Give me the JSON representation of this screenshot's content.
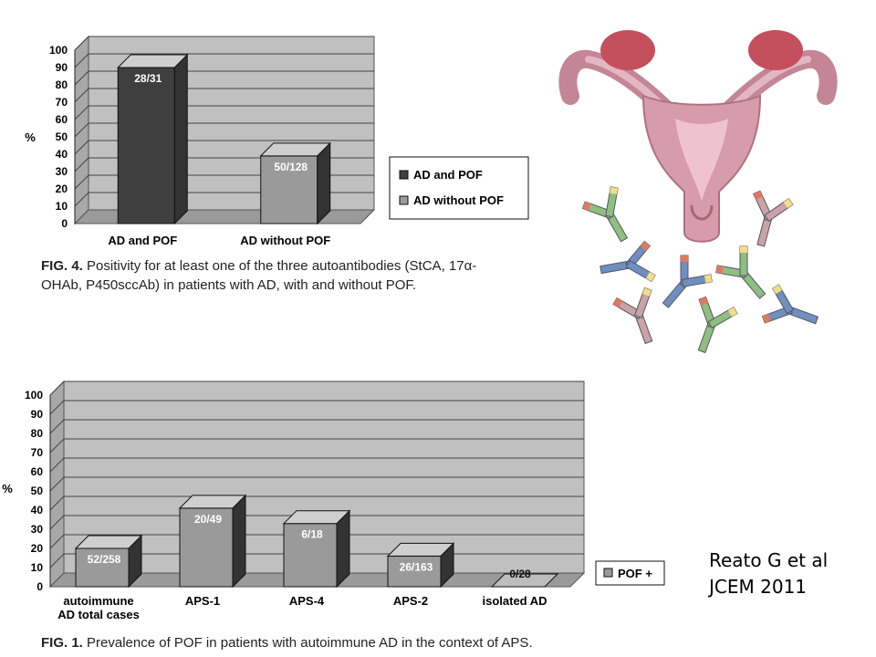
{
  "figures": [
    {
      "caption_label": "FIG. 4.",
      "caption_text": "Positivity for at least one of the three autoantibodies (StCA, 17α-OHAb, P450sccAb) in patients with AD, with and without POF."
    },
    {
      "caption_label": "FIG. 1.",
      "caption_text": "Prevalence of POF in patients with autoimmune AD in the context of APS."
    }
  ],
  "credit": {
    "line1": "Reato G et al",
    "line2": "JCEM 2011"
  },
  "chart_data": [
    {
      "type": "bar",
      "categories": [
        "AD and POF",
        "AD without POF"
      ],
      "values": [
        90,
        39
      ],
      "data_labels": [
        "28/31",
        "50/128"
      ],
      "ylabel": "%",
      "ylim": [
        0,
        100
      ],
      "yticks": [
        "0",
        "10",
        "20",
        "30",
        "40",
        "50",
        "60",
        "70",
        "80",
        "90",
        "100"
      ],
      "legend": [
        "AD and POF",
        "AD without POF"
      ],
      "legend_position": "right",
      "grid": true,
      "colors": {
        "bar1": "#3f3f3f",
        "bar2": "#9a9a9a",
        "wall": "#c0c0c0"
      }
    },
    {
      "type": "bar",
      "categories": [
        "autoimmune AD total cases",
        "APS-1",
        "APS-4",
        "APS-2",
        "isolated AD"
      ],
      "category_lines": [
        [
          "autoimmune",
          "AD total cases"
        ],
        [
          "APS-1"
        ],
        [
          "APS-4"
        ],
        [
          "APS-2"
        ],
        [
          "isolated AD"
        ]
      ],
      "values": [
        20,
        41,
        33,
        16,
        0
      ],
      "data_labels": [
        "52/258",
        "20/49",
        "6/18",
        "26/163",
        "0/28"
      ],
      "ylabel": "%",
      "ylim": [
        0,
        100
      ],
      "yticks": [
        "0",
        "10",
        "20",
        "30",
        "40",
        "50",
        "60",
        "70",
        "80",
        "90",
        "100"
      ],
      "series": [
        {
          "name": "POF +",
          "values": [
            20,
            41,
            33,
            16,
            0
          ]
        }
      ],
      "legend_position": "right",
      "grid": true,
      "colors": {
        "bar": "#9a9a9a",
        "wall": "#c0c0c0"
      }
    }
  ],
  "illustration": {
    "name": "uterus-with-antibodies",
    "colors": {
      "uterus": "#d49aa8",
      "ovary": "#c0515f",
      "ab_green": "#8fbf7f",
      "ab_blue": "#6f8fbf",
      "ab_pink": "#c9a3a6"
    }
  }
}
